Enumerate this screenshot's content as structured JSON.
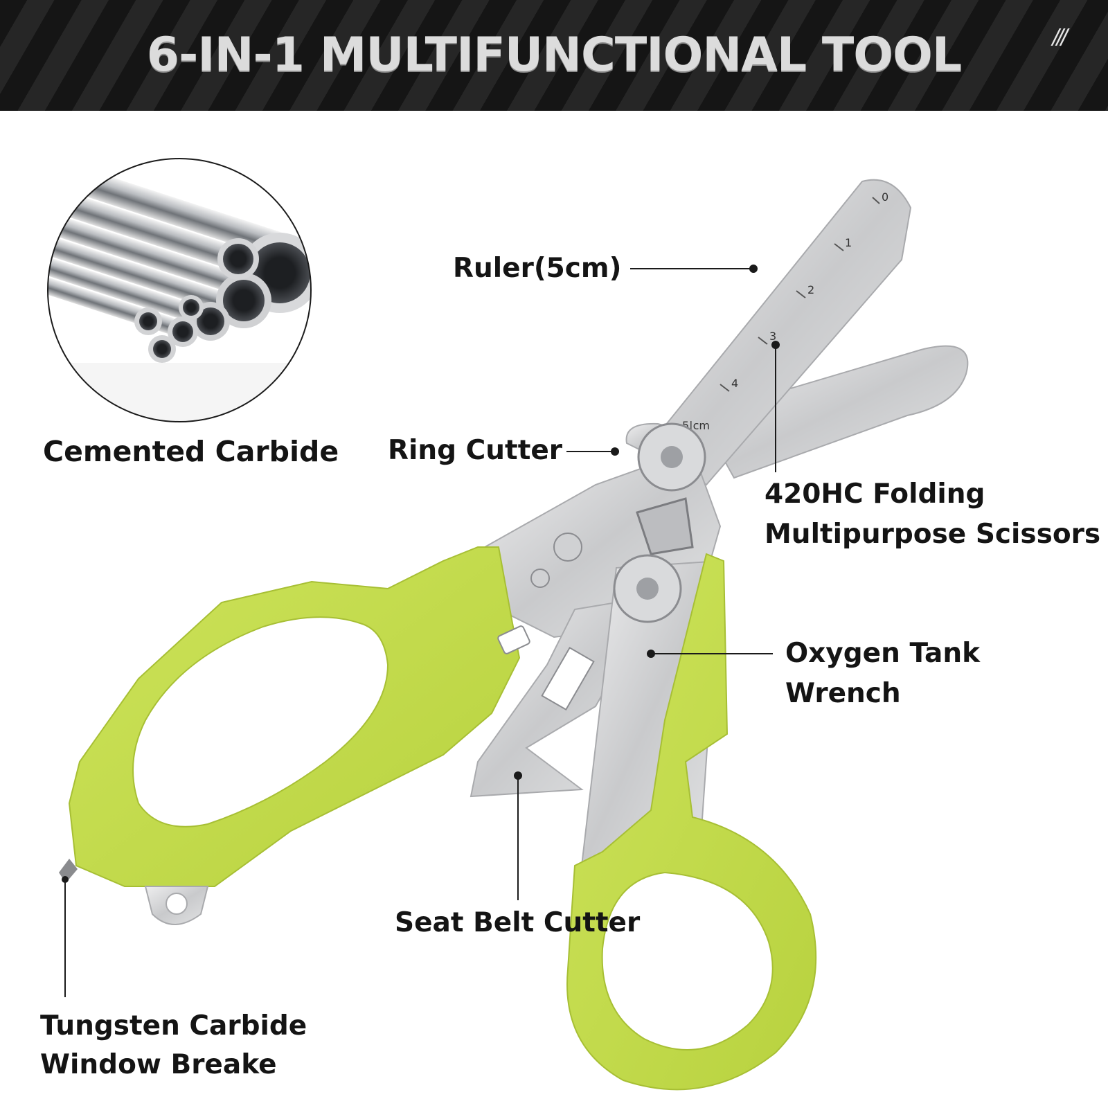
{
  "banner": {
    "title": "6-IN-1 MULTIFUNCTIONAL TOOL",
    "mark": "///"
  },
  "inset": {
    "caption": "Cemented  Carbide"
  },
  "callouts": {
    "ruler": "Ruler(5cm)",
    "ring_cutter": "Ring Cutter",
    "scissors_line1": "420HC Folding",
    "scissors_line2": "Multipurpose Scissors",
    "wrench_line1": "Oxygen Tank",
    "wrench_line2": "Wrench",
    "seat_belt": "Seat Belt Cutter",
    "breaker_line1": "Tungsten Carbide",
    "breaker_line2": "Window Breake"
  },
  "ruler_marks": {
    "t0": "0",
    "t1": "1",
    "t2": "2",
    "t3": "3",
    "t4": "4",
    "t5": "5|cm"
  },
  "colors": {
    "handle": "#c5dd4e",
    "steel": "#cfd0d2",
    "banner": "#1a1a1a"
  }
}
